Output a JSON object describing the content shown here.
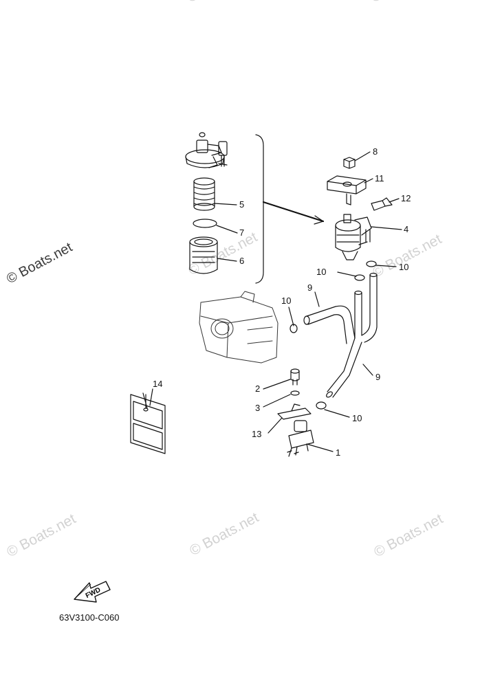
{
  "watermark_text": "© Boats.net",
  "diagram_code": "63V3100-C060",
  "fwd_label": "FWD",
  "part_labels": {
    "p1": "1",
    "p2": "2",
    "p3": "3",
    "p4": "4",
    "p5": "5",
    "p6": "6",
    "p7": "7",
    "p8": "8",
    "p9a": "9",
    "p9b": "9",
    "p10a": "10",
    "p10b": "10",
    "p10c": "10",
    "p10d": "10",
    "p11": "11",
    "p12": "12",
    "p13": "13",
    "p14": "14"
  }
}
